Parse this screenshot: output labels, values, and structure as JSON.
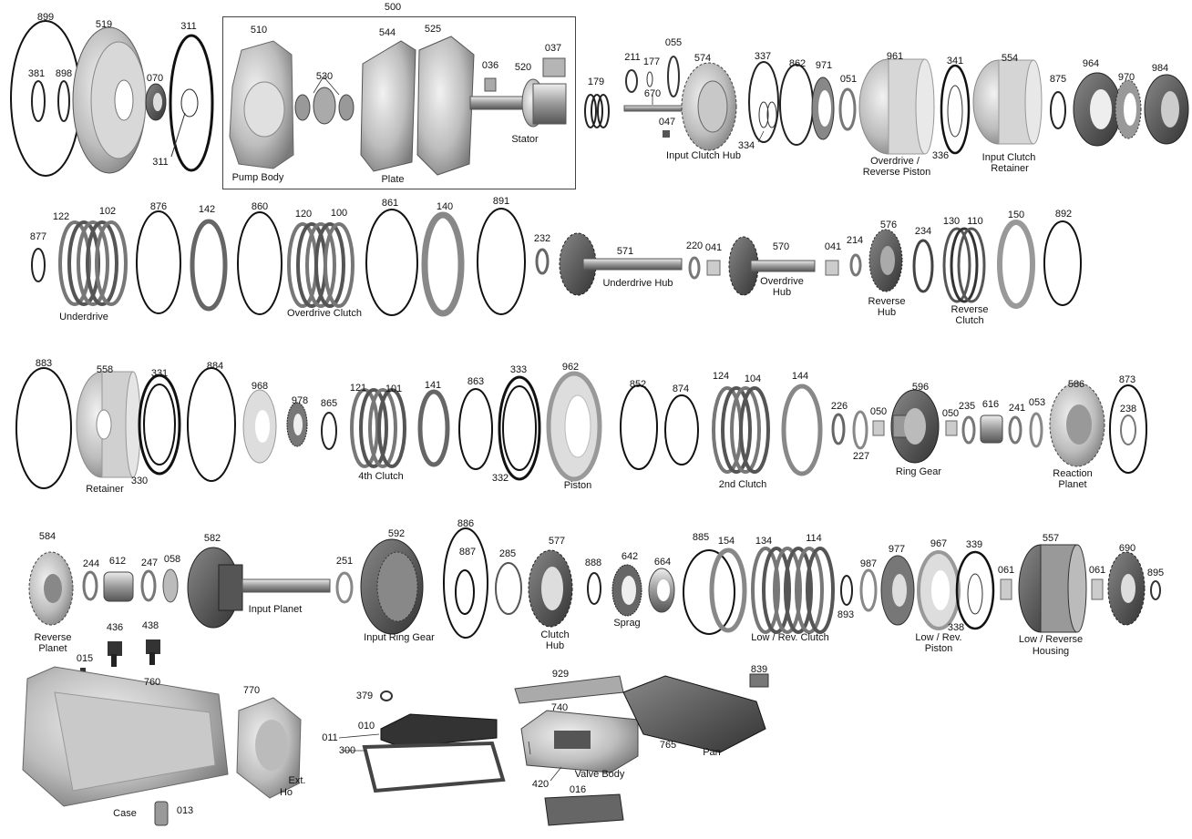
{
  "diagram": {
    "part_numbers": [
      "899",
      "519",
      "311",
      "070",
      "381",
      "898",
      "311",
      "500",
      "510",
      "530",
      "544",
      "525",
      "036",
      "520",
      "037",
      "179",
      "211",
      "177",
      "055",
      "670",
      "047",
      "574",
      "337",
      "334",
      "862",
      "971",
      "051",
      "961",
      "336",
      "341",
      "554",
      "875",
      "964",
      "970",
      "984",
      "877",
      "122",
      "102",
      "876",
      "142",
      "860",
      "120",
      "100",
      "861",
      "140",
      "891",
      "232",
      "571",
      "220",
      "041",
      "570",
      "041",
      "214",
      "576",
      "234",
      "130",
      "110",
      "150",
      "892",
      "883",
      "558",
      "331",
      "330",
      "884",
      "968",
      "978",
      "865",
      "121",
      "101",
      "141",
      "863",
      "333",
      "332",
      "962",
      "852",
      "874",
      "124",
      "104",
      "144",
      "226",
      "227",
      "050",
      "596",
      "050",
      "235",
      "616",
      "241",
      "053",
      "586",
      "873",
      "238",
      "584",
      "244",
      "612",
      "247",
      "058",
      "582",
      "251",
      "592",
      "886",
      "887",
      "285",
      "577",
      "888",
      "642",
      "664",
      "885",
      "154",
      "134",
      "114",
      "893",
      "987",
      "977",
      "967",
      "339",
      "338",
      "061",
      "557",
      "061",
      "690",
      "895",
      "436",
      "438",
      "015",
      "760",
      "770",
      "379",
      "010",
      "011",
      "300",
      "929",
      "740",
      "420",
      "016",
      "839",
      "765",
      "013"
    ],
    "captions": [
      "Pump Body",
      "Plate",
      "Stator",
      "Input Clutch Hub",
      "Overdrive /",
      "Reverse  Piston",
      "Input Clutch",
      "Retainer",
      "Underdrive",
      "Overdrive Clutch",
      "Underdrive Hub",
      "Overdrive",
      "Hub",
      "Reverse",
      "Hub",
      "Reverse",
      "Clutch",
      "Retainer",
      "4th Clutch",
      "Piston",
      "2nd Clutch",
      "Ring Gear",
      "Reaction",
      "Planet",
      "Reverse",
      "Planet",
      "Input Planet",
      "Input Ring Gear",
      "Clutch",
      "Hub",
      "Sprag",
      "Low / Rev. Clutch",
      "Low / Rev.",
      "Piston",
      "Low / Reverse",
      "Housing",
      "Case",
      "Ext.",
      "Ho",
      "Valve Body",
      "Pan"
    ]
  }
}
